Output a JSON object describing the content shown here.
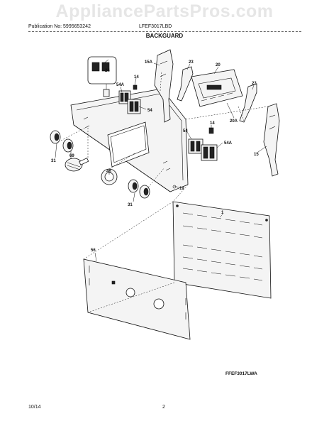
{
  "watermark": "AppliancePartsPros.com",
  "header": {
    "publication": "Publication No: 5995653242",
    "model": "LFEF3017LBD"
  },
  "section_title": "BACKGUARD",
  "callouts": {
    "c24": "24",
    "c14a": "14",
    "c15a": "15A",
    "c23a": "23",
    "c20": "20",
    "c23b": "23",
    "c54aa": "54A",
    "c54a": "54",
    "c20a": "20A",
    "c14b": "14",
    "c54b": "54",
    "c54ab": "54A",
    "c15": "15",
    "c31a": "31",
    "c69": "69",
    "c46": "46",
    "c19": "19",
    "c31b": "31",
    "c1": "1",
    "c56": "56"
  },
  "figure_code": "FFEF3017LWA",
  "footer": {
    "date": "10/14",
    "page": "2"
  }
}
